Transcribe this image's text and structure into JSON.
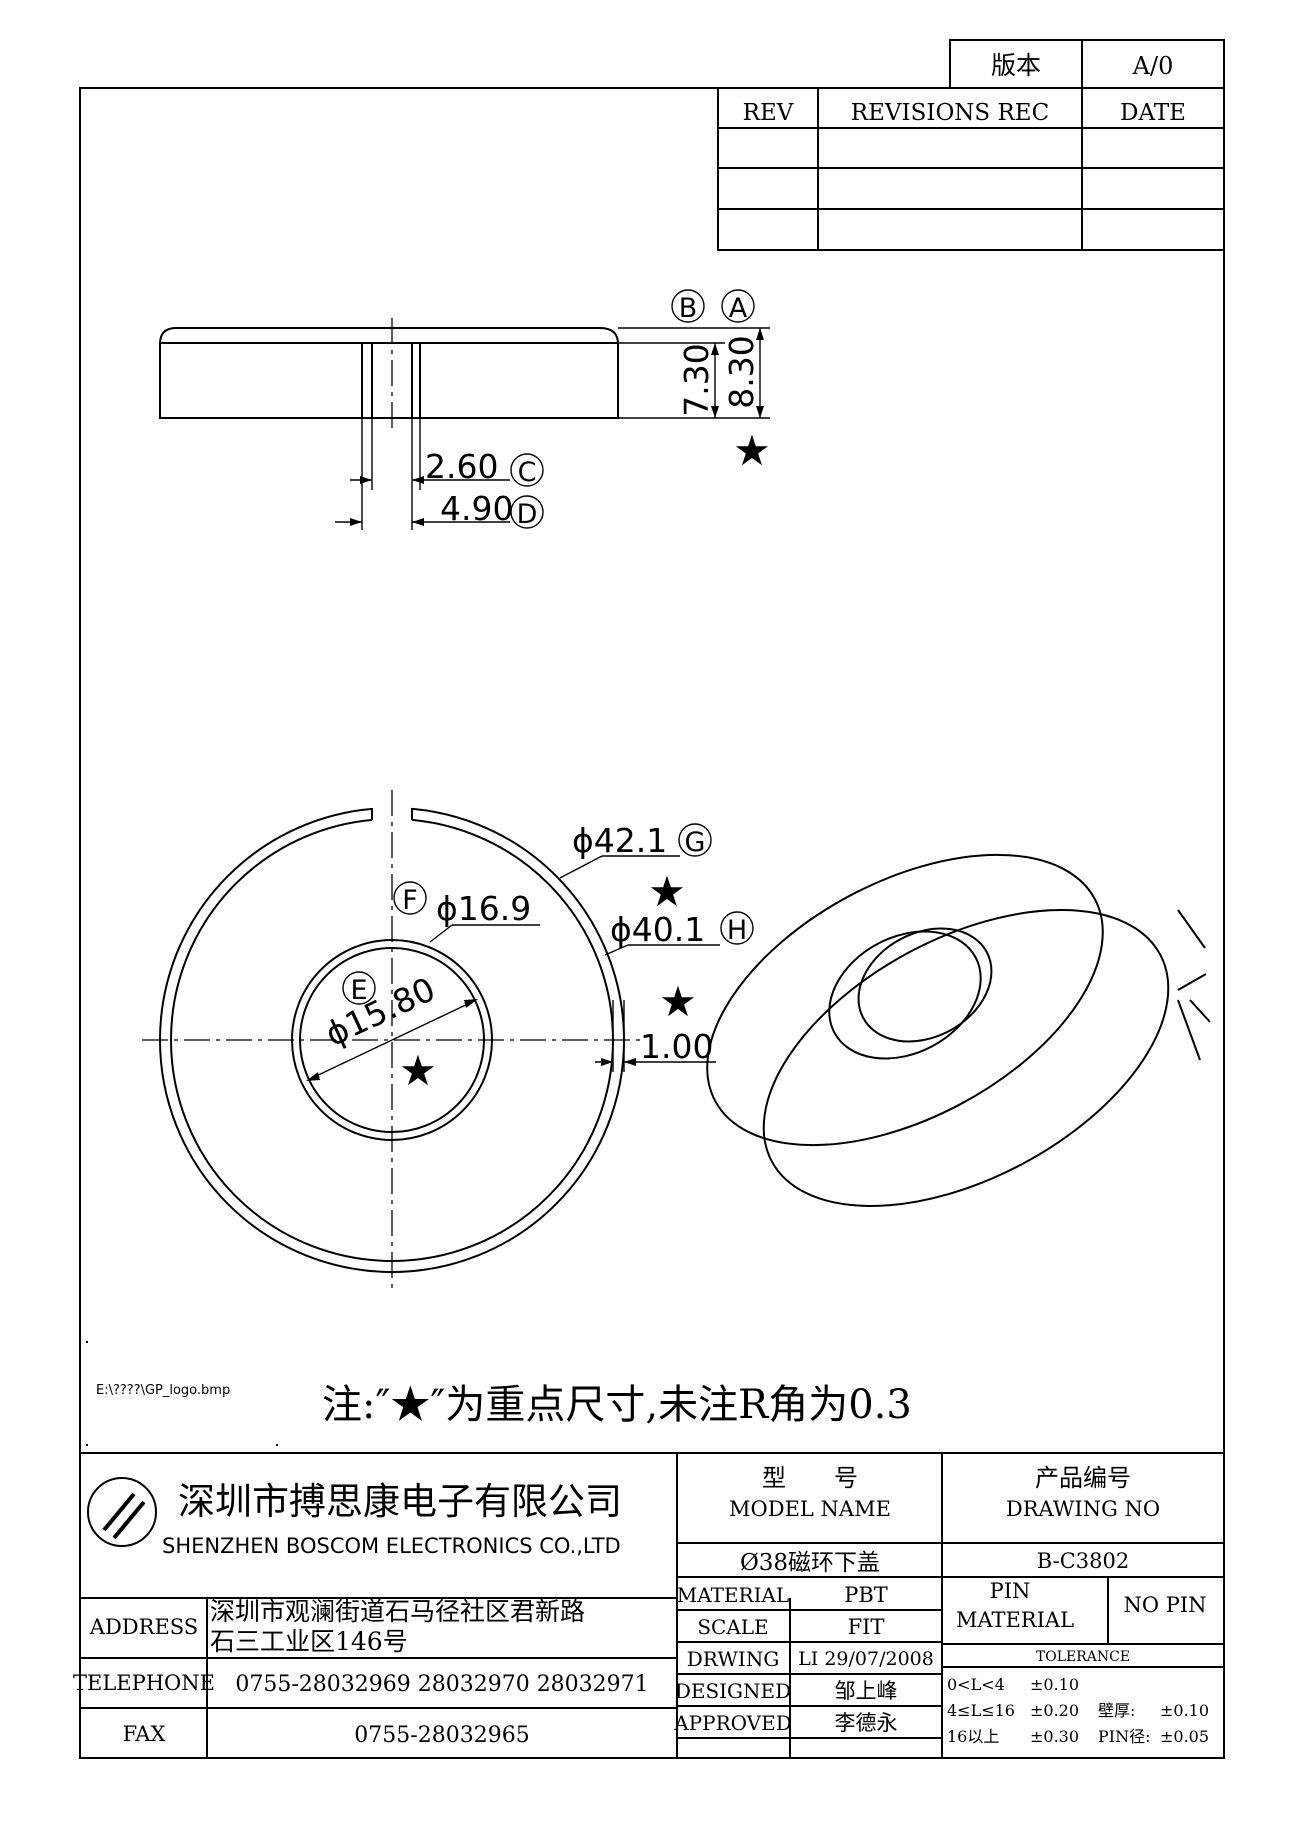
{
  "revision_block": {
    "version_label": "版本",
    "version_value": "A/0",
    "headers": [
      "REV",
      "REVISIONS REC",
      "DATE"
    ],
    "rows": [
      [
        "",
        "",
        ""
      ],
      [
        "",
        "",
        ""
      ],
      [
        "",
        "",
        ""
      ]
    ]
  },
  "side_view": {
    "label_b": "B",
    "label_a": "A",
    "dim_height_b": "7.30",
    "dim_height_a": "8.30",
    "label_c": "C",
    "dim_slot_c": "2.60",
    "label_d": "D",
    "dim_slot_d": "4.90"
  },
  "front_view": {
    "dim_outer_g": "ϕ42.1",
    "label_g": "G",
    "label_f": "F",
    "dim_inner_f": "ϕ16.9",
    "dim_outer_h": "ϕ40.1",
    "label_h": "H",
    "label_e": "E",
    "dim_inner_e": "ϕ15.80",
    "dim_wall": "1.00"
  },
  "key_dim_marker": "★",
  "logo_path_text": "E:\\????\\GP_logo.bmp",
  "note": "注:″★″为重点尺寸,未注R角为0.3",
  "title_block": {
    "company_cn": "深圳市搏思康电子有限公司",
    "company_en": "SHENZHEN BOSCOM ELECTRONICS CO.,LTD",
    "model_label_cn": "型　　号",
    "model_label_en": "MODEL NAME",
    "drawing_no_label_cn": "产品编号",
    "drawing_no_label_en": "DRAWING NO",
    "model_value": "Ø38磁环下盖",
    "drawing_no_value": "B-C3802",
    "address_label": "ADDRESS",
    "address_line1": "深圳市观澜街道石马径社区君新路",
    "address_line2": "石三工业区146号",
    "telephone_label": "TELEPHONE",
    "telephone_value": "0755-28032969 28032970 28032971",
    "fax_label": "FAX",
    "fax_value": "0755-28032965",
    "material_label": "MATERIAL",
    "material_value": "PBT",
    "scale_label": "SCALE",
    "scale_value": "FIT",
    "drawing_label": "DRWING",
    "drawing_value": "LI 29/07/2008",
    "designed_label": "DESIGNED",
    "designed_value": "邹上峰",
    "approved_label": "APPROVED",
    "approved_value": "李德永",
    "pin_material_label1": "PIN",
    "pin_material_label2": "MATERIAL",
    "pin_material_value": "NO PIN",
    "tolerance_label": "TOLERANCE",
    "tolerance_rows": [
      {
        "range": "0<L<4",
        "value": "±0.10",
        "extra_label": "",
        "extra_value": ""
      },
      {
        "range": "4≤L≤16",
        "value": "±0.20",
        "extra_label": "壁厚:",
        "extra_value": "±0.10"
      },
      {
        "range": "16以上",
        "value": "±0.30",
        "extra_label": "PIN径:",
        "extra_value": "±0.05"
      }
    ]
  }
}
